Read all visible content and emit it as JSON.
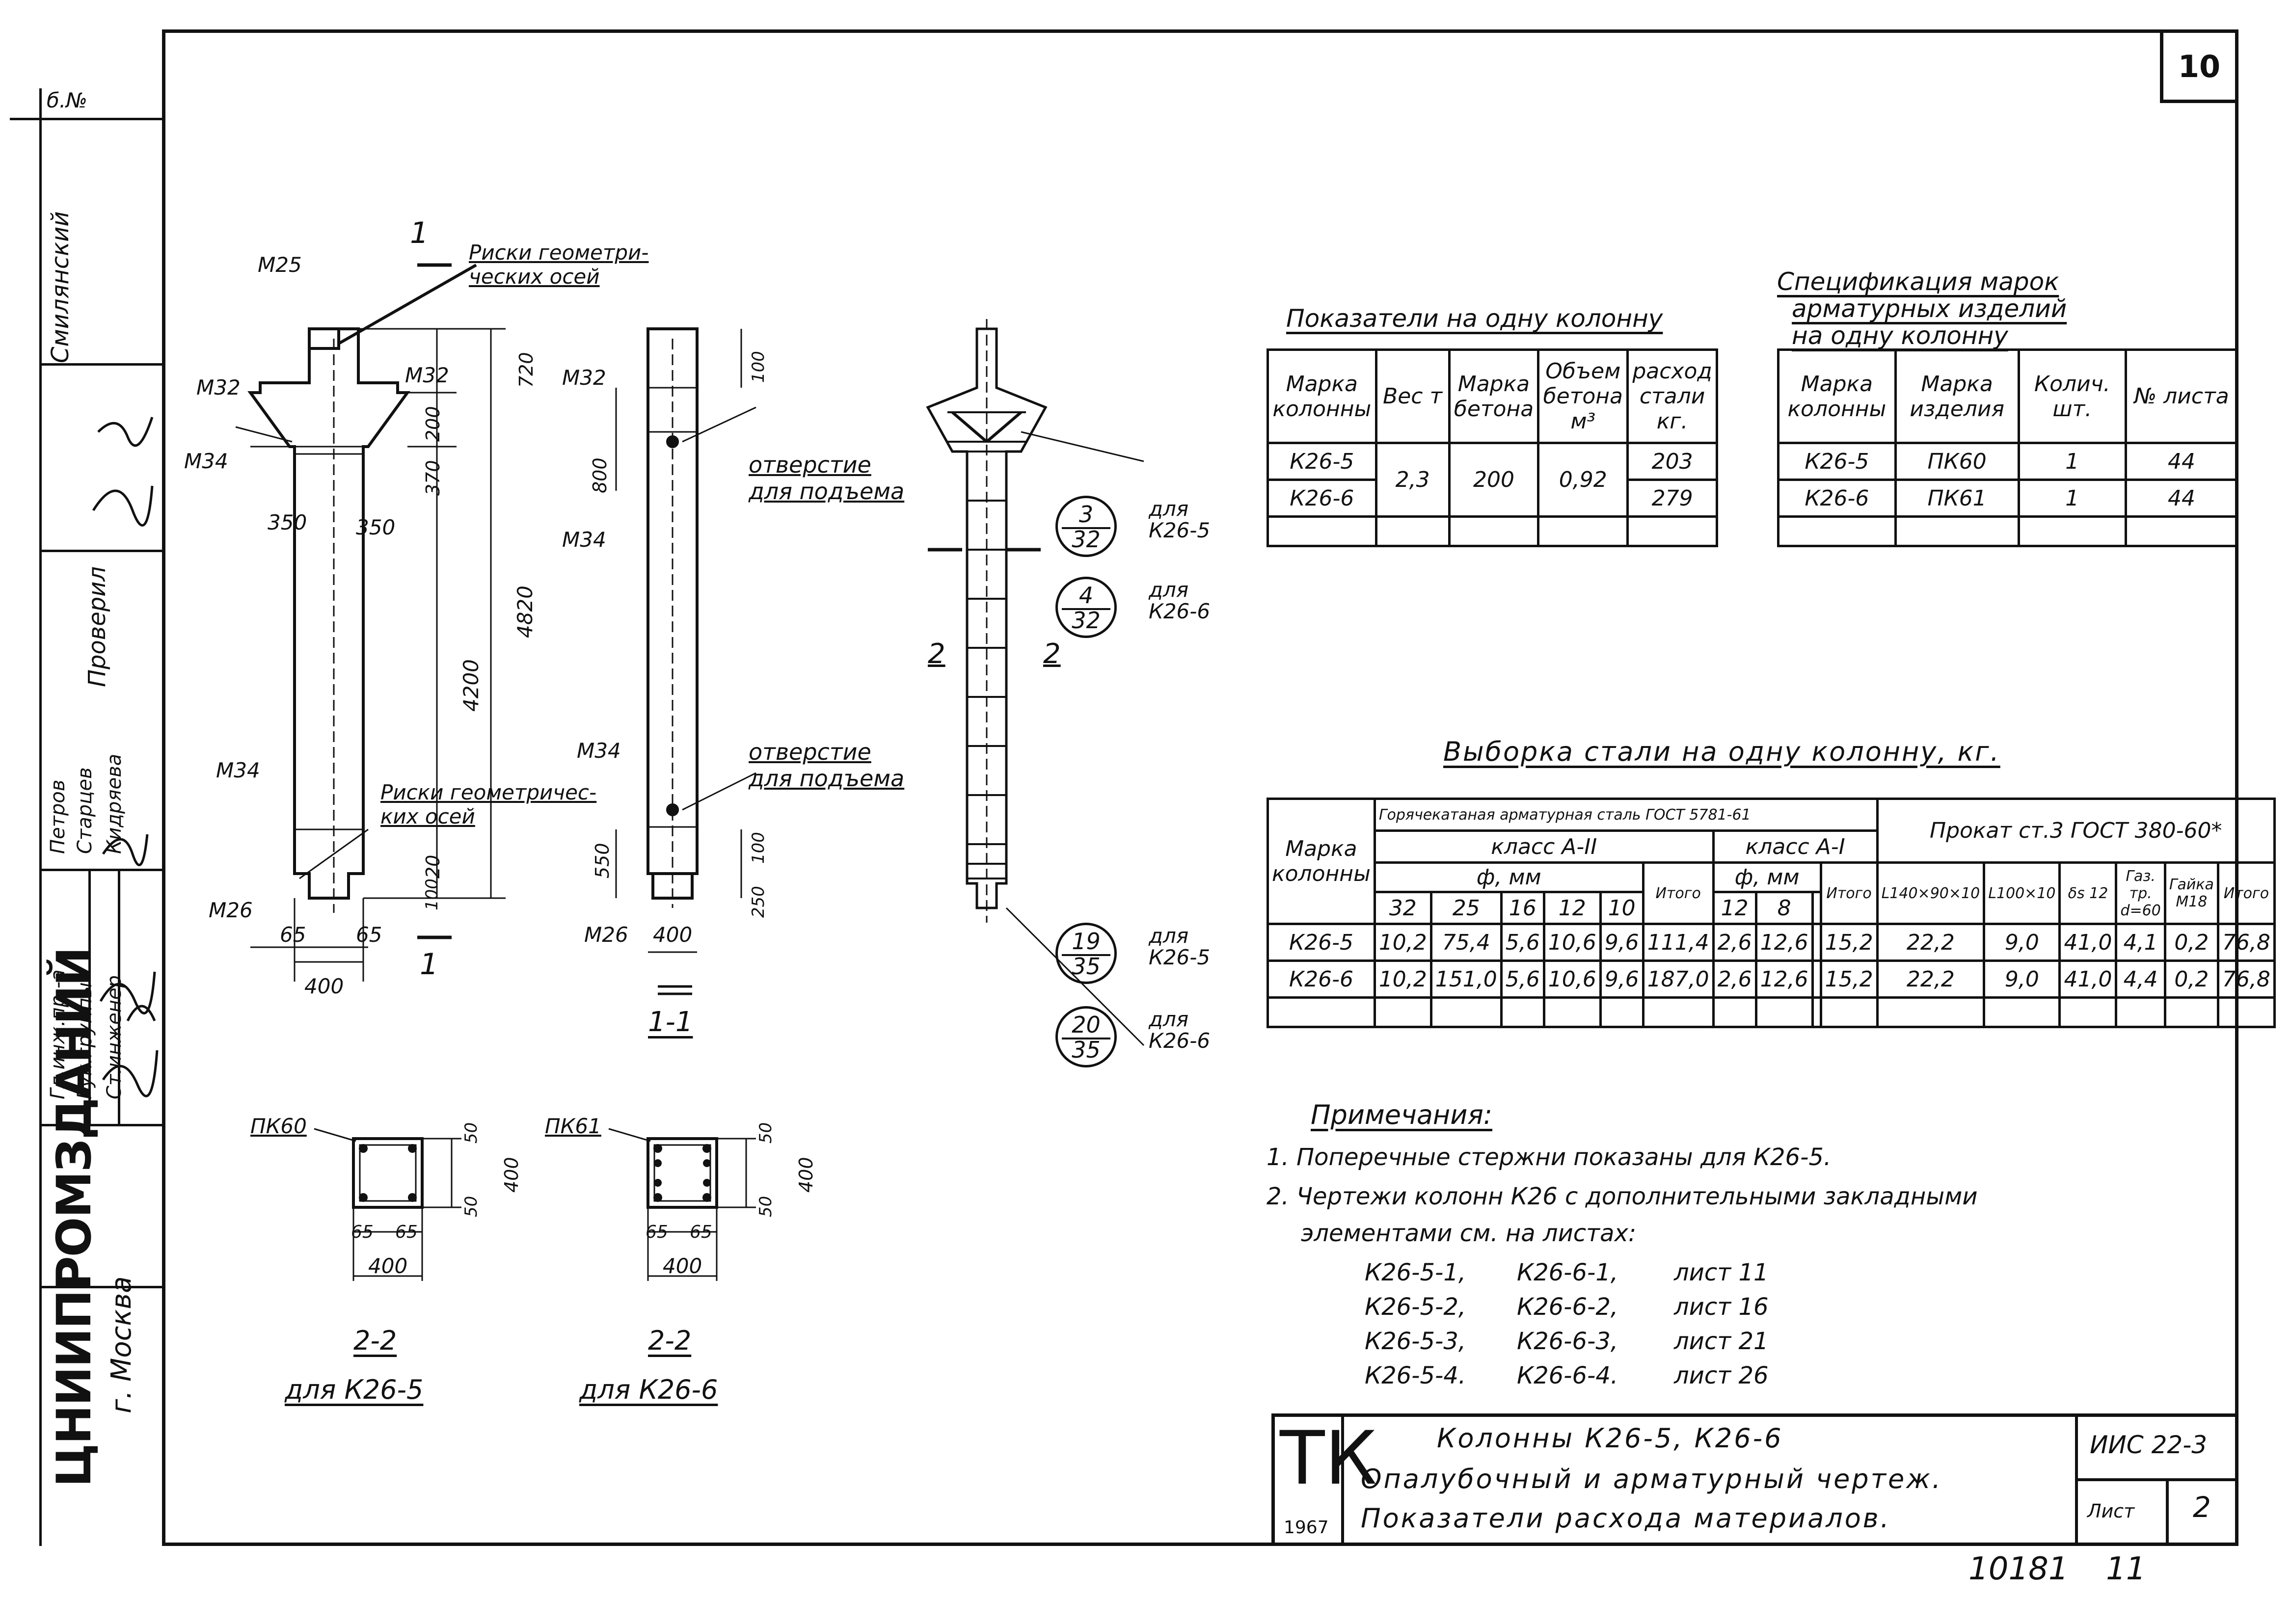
{
  "sheet_number": "10",
  "stamp": {
    "inv_no": "б.№",
    "organization": "ЦНИИПРОМЗДАНИЙ",
    "city": "г. Москва",
    "roles": [
      "Гл.инж.пр.-а",
      "Рук.группы",
      "Ст.инженер"
    ],
    "names": [
      "Петров",
      "Старцев",
      "Кидряева"
    ],
    "checked": "Проверил",
    "checker": "Смилянский"
  },
  "drawing": {
    "left_labels": {
      "m25": "M25",
      "m32": "M32",
      "m32b": "M32",
      "m34": "M34",
      "m34b": "M34",
      "m26": "M26",
      "axes_top": "Риски геометри-\nческих осей",
      "axes_bottom": "Риски геометричес-\nких осей",
      "dim_350a": "350",
      "dim_350b": "350",
      "dim_4200": "4200",
      "dim_4820": "4820",
      "dim_720": "720",
      "dim_370": "370",
      "dim_200": "200",
      "dim_20": "20",
      "dim_100": "100",
      "dim_65a": "65",
      "dim_65b": "65",
      "dim_400": "400",
      "section_mark": "1"
    },
    "mid_labels": {
      "m32": "M32",
      "m34": "M34",
      "m34b": "M34",
      "m26": "M26",
      "hole_top": "отверстие\nдля подъема",
      "hole_bottom": "отверстие\nдля подъема",
      "dim_800": "800",
      "dim_100": "100",
      "dim_550": "550",
      "dim_250": "250",
      "dim_100b": "100",
      "dim_400": "400",
      "section": "1-1"
    },
    "right_labels": {
      "cut": "2",
      "cut2": "2"
    },
    "callouts": [
      {
        "top": "3",
        "bot": "32",
        "note": "для\nК26-5"
      },
      {
        "top": "4",
        "bot": "32",
        "note": "для\nК26-6"
      },
      {
        "top": "19",
        "bot": "35",
        "note": "для\nК26-5"
      },
      {
        "top": "20",
        "bot": "35",
        "note": "для\nК26-6"
      }
    ],
    "sections": [
      {
        "name": "ПК60",
        "title": "2-2",
        "sub": "для К26-5",
        "d50a": "50",
        "d50b": "50",
        "d400v": "400",
        "d65a": "65",
        "d65b": "65",
        "d400h": "400"
      },
      {
        "name": "ПК61",
        "title": "2-2",
        "sub": "для К26-6",
        "d50a": "50",
        "d50b": "50",
        "d400v": "400",
        "d65a": "65",
        "d65b": "65",
        "d400h": "400"
      }
    ]
  },
  "indicators": {
    "title": "Показатели на одну колонну",
    "headers": [
      "Марка колонны",
      "Вес т",
      "Марка бетона",
      "Объем бетона м³",
      "расход стали кг."
    ],
    "rows": [
      [
        "К26-5",
        "",
        "",
        "",
        "203"
      ],
      [
        "К26-6",
        "2,3",
        "200",
        "0,92",
        "279"
      ]
    ]
  },
  "specification": {
    "title_line1": "Спецификация марок",
    "title_line2": "арматурных изделий",
    "title_line3": "на одну колонну",
    "headers": [
      "Марка колонны",
      "Марка изделия",
      "Колич. шт.",
      "№ листа"
    ],
    "rows": [
      [
        "К26-5",
        "ПК60",
        "1",
        "44"
      ],
      [
        "К26-6",
        "ПК61",
        "1",
        "44"
      ]
    ]
  },
  "steel": {
    "title": "Выборка стали на одну колонну, кг.",
    "h_mark": "Марка колонны",
    "h_hot": "Горячекатаная арматурная сталь ГОСТ 5781-61",
    "h_prokat": "Прокат ст.3 ГОСТ 380-60*",
    "h_classA2": "класс А-II",
    "h_classA1": "класс А-I",
    "h_phi": "ф, мм",
    "h_phi2": "ф, мм",
    "h_itogo": "Итого",
    "h_itogo2": "Итого",
    "h_itogo3": "Итого",
    "d_A2": [
      "32",
      "25",
      "16",
      "12",
      "10"
    ],
    "d_A1": [
      "12",
      "8"
    ],
    "d_prokat": [
      "L140×90×10",
      "L100×10",
      "δs 12",
      "Газ. тр. d=60",
      "Гайка M18"
    ],
    "rows": [
      {
        "mark": "К26-5",
        "a2": [
          "10,2",
          "75,4",
          "5,6",
          "10,6",
          "9,6"
        ],
        "a2_total": "111,4",
        "a1": [
          "2,6",
          "12,6"
        ],
        "a1_total": "15,2",
        "pr": [
          "22,2",
          "9,0",
          "41,0",
          "4,1",
          "0,2"
        ],
        "pr_total": "76,8"
      },
      {
        "mark": "К26-6",
        "a2": [
          "10,2",
          "151,0",
          "5,6",
          "10,6",
          "9,6"
        ],
        "a2_total": "187,0",
        "a1": [
          "2,6",
          "12,6"
        ],
        "a1_total": "15,2",
        "pr": [
          "22,2",
          "9,0",
          "41,0",
          "4,4",
          "0,2"
        ],
        "pr_total": "76,8"
      }
    ]
  },
  "notes": {
    "title": "Примечания:",
    "n1": "1. Поперечные стержни показаны для К26-5.",
    "n2a": "2. Чертежи колонн К26 с дополнительными закладными",
    "n2b": "элементами см. на листах:",
    "list": [
      [
        "К26-5-1,",
        "К26-6-1,",
        "лист 11"
      ],
      [
        "К26-5-2,",
        "К26-6-2,",
        "лист 16"
      ],
      [
        "К26-5-3,",
        "К26-6-3,",
        "лист 21"
      ],
      [
        "К26-5-4.",
        "К26-6-4.",
        "лист 26"
      ]
    ]
  },
  "title_block": {
    "logo": "ТК",
    "year": "1967",
    "line1": "Колонны К26-5, К26-6",
    "line2": "Опалубочный и арматурный чертеж.",
    "line3": "Показатели расхода материалов.",
    "series": "ИИС 22-3",
    "sheet_label": "Лист",
    "sheet": "2"
  },
  "footer": {
    "archive": "10181",
    "page": "11"
  }
}
